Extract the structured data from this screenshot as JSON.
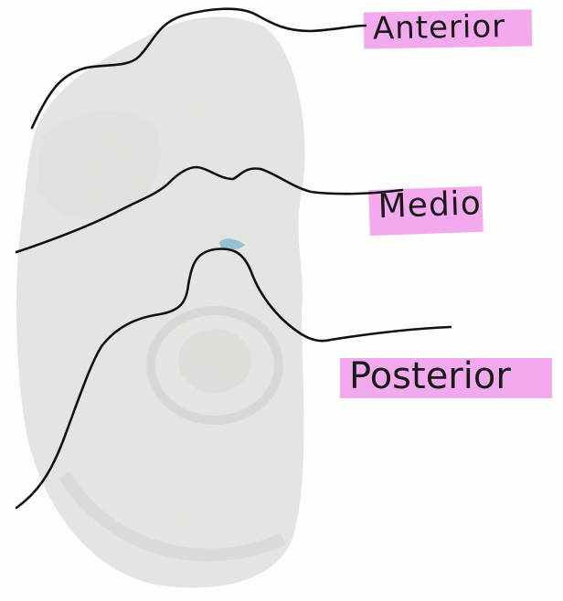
{
  "colors": {
    "highlight": "#f2a9ee",
    "line": "#111111",
    "tissue": "#d6d8d3",
    "tissue_dark": "#c6c9c3",
    "accent_blue": "#7fb8d0"
  },
  "labels": {
    "anterior": "Anterior",
    "medio": "Medio",
    "posterior": "Posterior"
  }
}
